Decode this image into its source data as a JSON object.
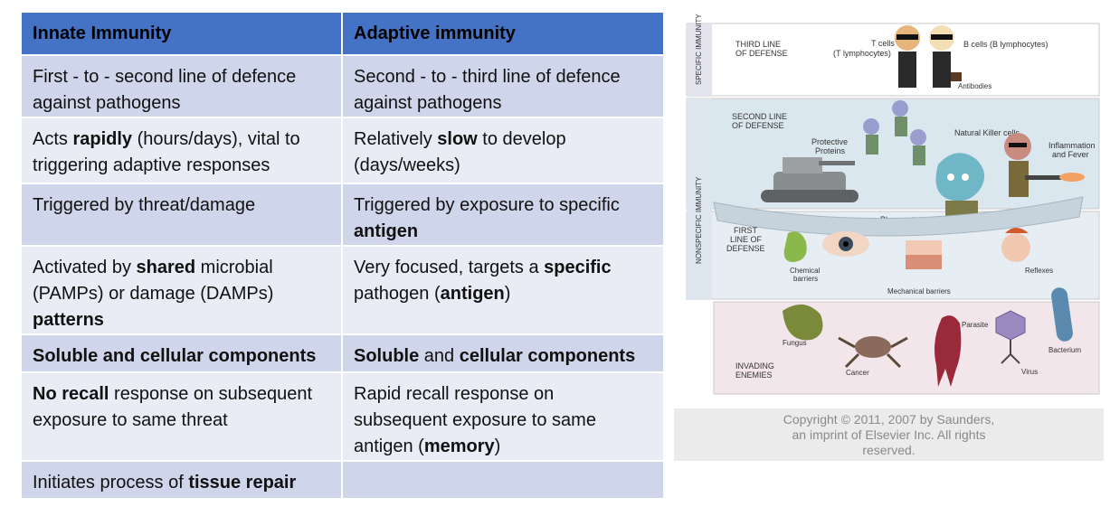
{
  "table": {
    "headers": [
      "Innate Immunity",
      "Adaptive immunity"
    ],
    "rows": [
      {
        "innate": [
          {
            "t": "First - to - second line of defence against pathogens"
          }
        ],
        "adaptive": [
          {
            "t": "Second - to - third line of defence against pathogens"
          }
        ]
      },
      {
        "innate": [
          {
            "t": "Acts "
          },
          {
            "t": "rapidly",
            "b": true
          },
          {
            "t": " (hours/days), vital to triggering adaptive responses"
          }
        ],
        "adaptive": [
          {
            "t": "Relatively "
          },
          {
            "t": "slow",
            "b": true
          },
          {
            "t": " to develop (days/weeks)"
          }
        ]
      },
      {
        "innate": [
          {
            "t": "Triggered by threat/damage"
          }
        ],
        "adaptive": [
          {
            "t": "Triggered by exposure to specific "
          },
          {
            "t": "antigen",
            "b": true
          }
        ]
      },
      {
        "innate": [
          {
            "t": "Activated by "
          },
          {
            "t": "shared",
            "b": true
          },
          {
            "t": " microbial (PAMPs) or damage (DAMPs) "
          },
          {
            "t": "patterns",
            "b": true
          }
        ],
        "adaptive": [
          {
            "t": "Very focused, targets a "
          },
          {
            "t": "specific",
            "b": true
          },
          {
            "t": " pathogen ("
          },
          {
            "t": "antigen",
            "b": true
          },
          {
            "t": ")"
          }
        ]
      },
      {
        "innate": [
          {
            "t": "Soluble and cellular components",
            "b": true
          }
        ],
        "adaptive": [
          {
            "t": "Soluble",
            "b": true
          },
          {
            "t": " and "
          },
          {
            "t": "cellular components",
            "b": true
          }
        ]
      },
      {
        "innate": [
          {
            "t": "No recall",
            "b": true
          },
          {
            "t": " response on subsequent exposure to same threat"
          }
        ],
        "adaptive": [
          {
            "t": "Rapid recall response on subsequent exposure to same antigen ("
          },
          {
            "t": "memory",
            "b": true
          },
          {
            "t": ")"
          }
        ]
      },
      {
        "innate": [
          {
            "t": "Initiates process of "
          },
          {
            "t": "tissue repair",
            "b": true
          }
        ],
        "adaptive": []
      }
    ]
  },
  "figure": {
    "specific_immunity": "SPECIFIC IMMUNITY",
    "nonspecific_immunity": "NONSPECIFIC IMMUNITY",
    "third_line": [
      "THIRD LINE",
      "OF DEFENSE"
    ],
    "t_cells": [
      "T cells",
      "(T lymphocytes)"
    ],
    "b_cells": "B cells (B lymphocytes)",
    "antibodies": "Antibodies",
    "second_line": [
      "SECOND LINE",
      "OF DEFENSE"
    ],
    "natural_killer": "Natural Killer cells",
    "protective_proteins": [
      "Protective",
      "Proteins"
    ],
    "inflammation": [
      "Inflammation",
      "and Fever"
    ],
    "phagocytes": "Phagocytes",
    "first_line": [
      "FIRST",
      "LINE OF",
      "DEFENSE"
    ],
    "chemical_barriers": [
      "Chemical",
      "barriers"
    ],
    "mechanical_barriers": "Mechanical barriers",
    "reflexes": "Reflexes",
    "parasite": "Parasite",
    "fungus": "Fungus",
    "bacterium": "Bacterium",
    "invading_enemies": [
      "INVADING",
      "ENEMIES"
    ],
    "cancer": "Cancer",
    "virus": "Virus",
    "copyright": [
      "Copyright © 2011, 2007 by Saunders,",
      "an imprint of Elsevier Inc. All rights",
      "reserved."
    ]
  }
}
